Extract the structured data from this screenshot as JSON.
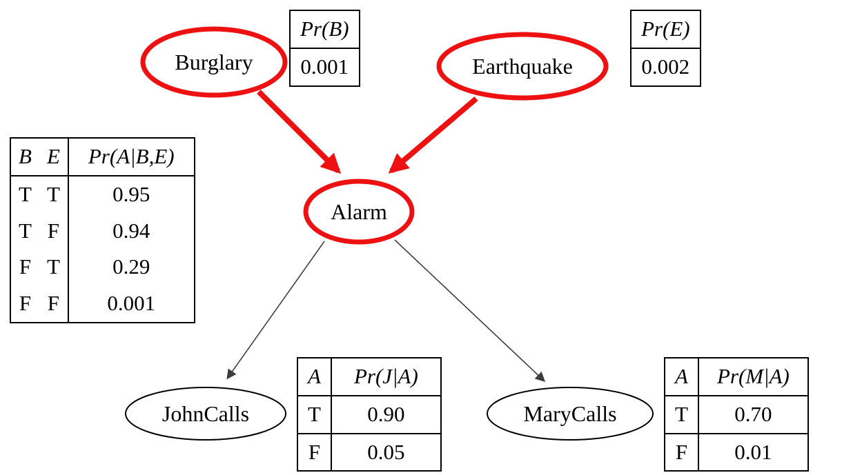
{
  "colors": {
    "highlight": "#ee1111",
    "edge": "#3d3d3d"
  },
  "nodes": {
    "burglary": "Burglary",
    "earthquake": "Earthquake",
    "alarm": "Alarm",
    "johncalls": "JohnCalls",
    "marycalls": "MaryCalls"
  },
  "tables": {
    "burglary": {
      "header": "Pr(B)",
      "value": "0.001"
    },
    "earthquake": {
      "header": "Pr(E)",
      "value": "0.002"
    },
    "alarm": {
      "headers": [
        "B",
        "E",
        "Pr(A|B,E)"
      ],
      "rows": [
        [
          "T",
          "T",
          "0.95"
        ],
        [
          "T",
          "F",
          "0.94"
        ],
        [
          "F",
          "T",
          "0.29"
        ],
        [
          "F",
          "F",
          "0.001"
        ]
      ]
    },
    "john": {
      "headers": [
        "A",
        "Pr(J|A)"
      ],
      "rows": [
        [
          "T",
          "0.90"
        ],
        [
          "F",
          "0.05"
        ]
      ]
    },
    "mary": {
      "headers": [
        "A",
        "Pr(M|A)"
      ],
      "rows": [
        [
          "T",
          "0.70"
        ],
        [
          "F",
          "0.01"
        ]
      ]
    }
  }
}
